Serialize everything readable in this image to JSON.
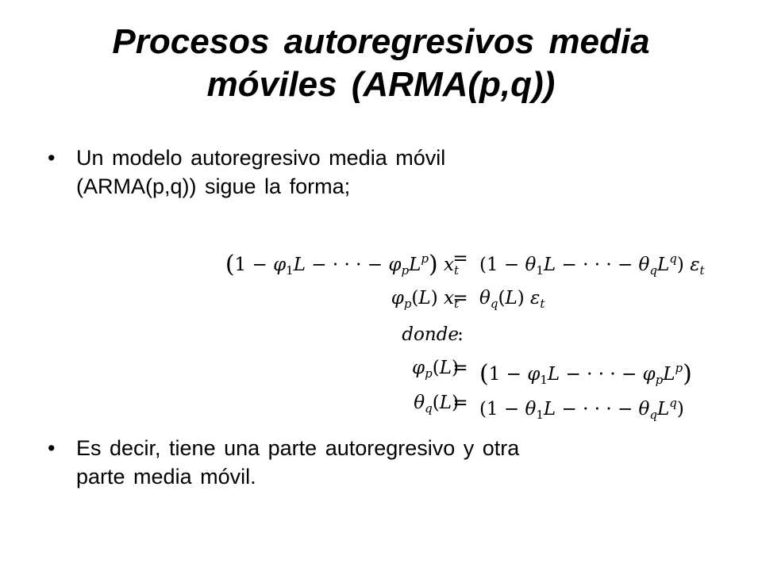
{
  "title": {
    "line1": "Procesos autoregresivos media",
    "line2": "móviles (ARMA(p,q))"
  },
  "bullets": [
    {
      "marker": "•",
      "line1": "Un modelo autoregresivo media móvil",
      "line2": "(ARMA(p,q)) sigue la forma;"
    },
    {
      "marker": "•",
      "line1": "Es decir, tiene una parte autoregresivo y otra",
      "line2": "parte media móvil."
    }
  ],
  "equations": {
    "row3_lhs": "donde",
    "row3_op": ":"
  }
}
